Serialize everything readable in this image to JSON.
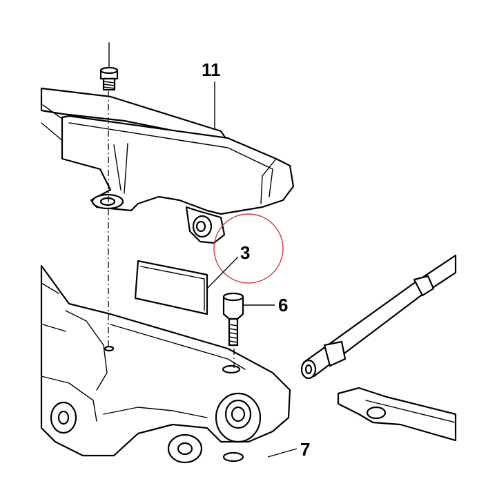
{
  "callouts": [
    {
      "id": "11",
      "label": "11"
    },
    {
      "id": "3",
      "label": "3"
    },
    {
      "id": "6",
      "label": "6"
    },
    {
      "id": "7",
      "label": "7"
    }
  ],
  "colors": {
    "line": "#000000",
    "background": "#ffffff",
    "highlight_ring": "#d9363e"
  },
  "icons": {
    "bolt": "hex-head-bolt-icon",
    "stud": "stud-bolt-icon",
    "pad": "rubber-pad-icon"
  }
}
